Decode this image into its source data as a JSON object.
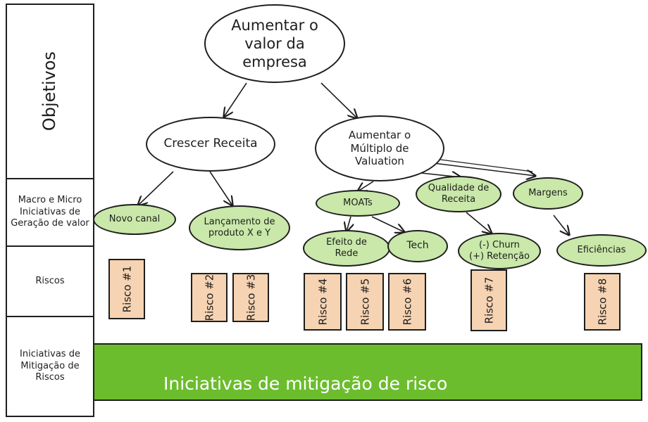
{
  "rows": {
    "objectives": "Objetivos",
    "initiatives": "Macro e Micro Iniciativas de Geração de valor",
    "risks": "Riscos",
    "mitigation": "Iniciativas de Mitigação de Riscos"
  },
  "nodes": {
    "root": [
      "Aumentar o",
      "valor da",
      "empresa"
    ],
    "revenue": "Crescer Receita",
    "multiple": [
      "Aumentar o",
      "Múltiplo de",
      "Valuation"
    ],
    "new_channel": "Novo canal",
    "launch": [
      "Lançamento de",
      "produto X e Y"
    ],
    "moats": "MOATs",
    "revenue_quality": [
      "Qualidade de",
      "Receita"
    ],
    "margins": "Margens",
    "network_effect": [
      "Efeito de",
      "Rede"
    ],
    "tech": "Tech",
    "churn": [
      "(-) Churn",
      "(+) Retenção"
    ],
    "efficiencies": "Eficiências"
  },
  "risks": [
    "Risco #1",
    "Risco #2",
    "Risco #3",
    "Risco #4",
    "Risco #5",
    "Risco #6",
    "Risco #7",
    "Risco #8"
  ],
  "mitigation_band": "Iniciativas de mitigação de risco",
  "colors": {
    "green_node": "#c9e8a9",
    "risk_fill": "#f6d3b2",
    "band_fill": "#6cbd2d",
    "stroke": "#1e1e1e"
  }
}
